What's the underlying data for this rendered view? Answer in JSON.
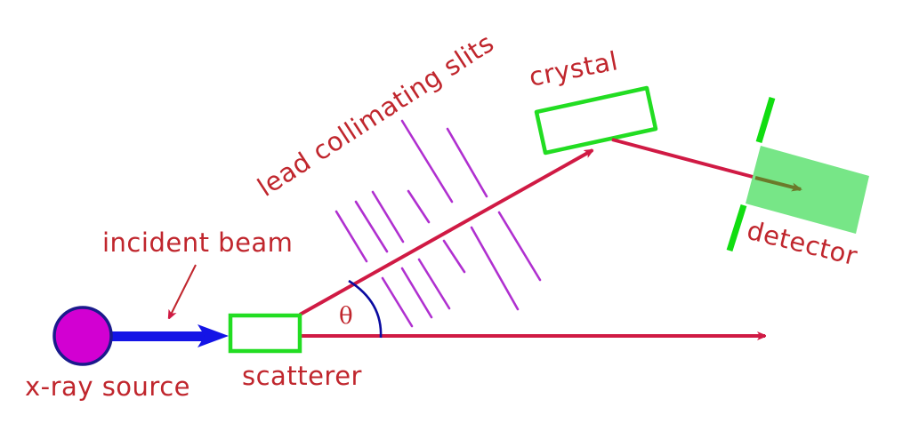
{
  "diagram": {
    "title": "X-ray scattering setup with crystal spectrometer",
    "colors": {
      "label": "#c0262d",
      "beam": "#d01a44",
      "incident_beam": "#1414e6",
      "source_fill": "#d200d2",
      "source_stroke": "#1a1a8c",
      "component_outline": "#22dd22",
      "detector_fill": "#77e687",
      "slits": "#b030d0",
      "angle_arc": "#0a0aa0",
      "detector_arrow": "#6b7a2a"
    },
    "labels": {
      "xray_source": "x-ray source",
      "incident_beam": "incident beam",
      "scatterer": "scatterer",
      "lead_collimating_slits": "lead collimating slits",
      "crystal": "crystal",
      "detector": "detector",
      "theta": "θ"
    },
    "components": [
      {
        "id": "xray-source",
        "shape": "circle"
      },
      {
        "id": "incident-beam",
        "shape": "arrow"
      },
      {
        "id": "scatterer",
        "shape": "rectangle"
      },
      {
        "id": "scattered-beam",
        "shape": "arrow",
        "angle_label": "θ"
      },
      {
        "id": "transmitted-beam",
        "shape": "arrow"
      },
      {
        "id": "collimating-slits",
        "shape": "line-set",
        "count": 12
      },
      {
        "id": "crystal",
        "shape": "rectangle"
      },
      {
        "id": "reflected-beam",
        "shape": "arrow"
      },
      {
        "id": "detector",
        "shape": "rectangle"
      }
    ]
  }
}
